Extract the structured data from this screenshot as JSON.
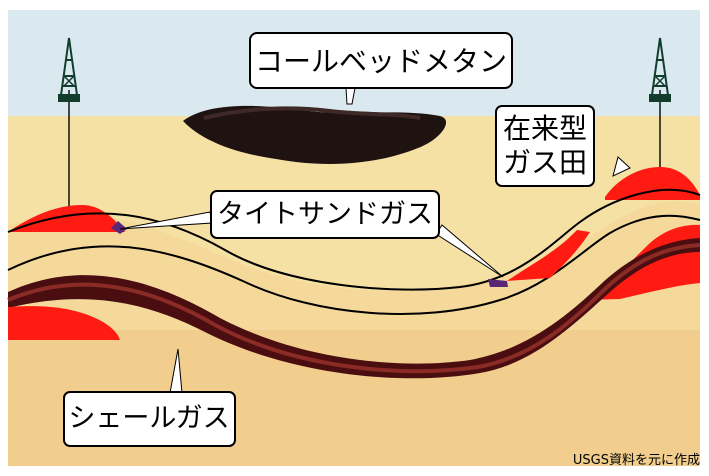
{
  "labels": {
    "coalbed_methane": "コールベッドメタン",
    "conventional_gas_line1": "在来型",
    "conventional_gas_line2": "ガス田",
    "tight_sand_gas": "タイトサンドガス",
    "shale_gas": "シェールガス"
  },
  "source_credit": "USGS資料を元に作成",
  "icons": {
    "left_rig": "drilling-rig-icon",
    "right_rig": "drilling-rig-icon"
  },
  "colors": {
    "sky": "#d9e9ef",
    "ground": "#f6e1a5",
    "ground_deep": "#f1ce8d",
    "gas_red": "#ff1a12",
    "shale_brown": "#4a0d10",
    "coal_black": "#1f1312",
    "purple": "#5a2676"
  }
}
